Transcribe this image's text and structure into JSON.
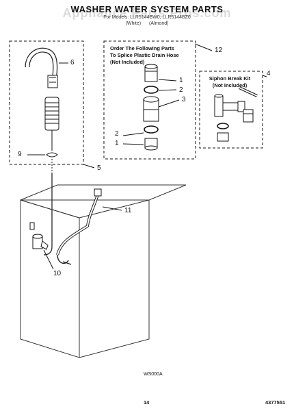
{
  "header": {
    "title": "WASHER WATER SYSTEM PARTS",
    "subtitle": "For Models: LLR5144BW0, LLR5144BZ0",
    "variants": [
      "(White)",
      "(Almond)"
    ],
    "watermark": "Appliance Parts Pros.com"
  },
  "notes": {
    "order_parts_line1": "Order The Following Parts",
    "order_parts_line2": "To Splice Plastic Drain Hose",
    "order_parts_line3": "(Not Included)",
    "siphon_kit_line1": "Siphon Break Kit",
    "siphon_kit_line2": "(Not Included)"
  },
  "callouts": [
    "1",
    "2",
    "3",
    "4",
    "5",
    "6",
    "9",
    "10",
    "11",
    "12"
  ],
  "callouts_repeat": [
    "1",
    "2"
  ],
  "footer": {
    "diagram_code": "WS000A",
    "page_number": "14",
    "document_number": "4377551"
  }
}
